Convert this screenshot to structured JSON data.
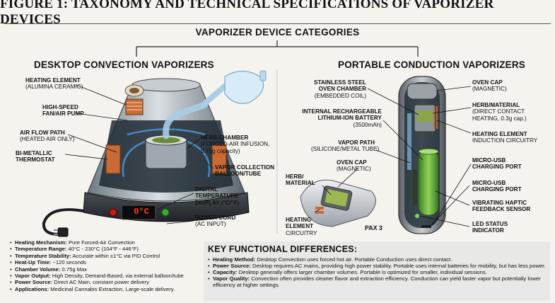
{
  "figure": {
    "title": "Figure 1: Taxonomy and Technical Specifications of Vaporizer Devices",
    "categories_title": "VAPORIZER DEVICE CATEGORIES"
  },
  "desktop": {
    "title": "DESKTOP CONVECTION VAPORIZERS",
    "display_text": "0°C",
    "labels": {
      "heating_element": {
        "title": "HEATING ELEMENT",
        "sub": "(ALUMINA CERAMIC)"
      },
      "fan": {
        "title": "HIGH-SPEED FAN/AIR PUMP"
      },
      "air_flow": {
        "title": "AIR FLOW PATH",
        "sub": "(HEATED AIR ONLY)"
      },
      "thermostat": {
        "title": "BI-METALLIC THERMOSTAT"
      },
      "herb_chamber": {
        "title": "HERB CHAMBER",
        "sub": "(FORCED-AIR INFUSION, 0.75g capacity)"
      },
      "balloon": {
        "title": "VAPOR COLLECTION BALLOON/TUBE"
      },
      "display": {
        "title": "DIGITAL TEMPERATURE DISPLAY (°C/°F)"
      },
      "cord": {
        "title": "POWER CORD",
        "sub": "(AC INPUT)"
      }
    },
    "specs": [
      {
        "k": "Heating Mechanism:",
        "v": "Pure Forced-Air Convection"
      },
      {
        "k": "Temperature Range:",
        "v": "40°C - 230°C (104°F - 446°F)"
      },
      {
        "k": "Temperature Stability:",
        "v": "Accurate within ±1°C via PID Control"
      },
      {
        "k": "Heat-Up Time:",
        "v": "~120 seconds"
      },
      {
        "k": "Chamber Volume:",
        "v": "0.75g Max"
      },
      {
        "k": "Vapor Output:",
        "v": "High Density, Demand-Based, via external balloon/tube"
      },
      {
        "k": "Power Source:",
        "v": "Direct AC Main, constant power delivery"
      },
      {
        "k": "Applications:",
        "v": "Medicinal Cannabis Extraction, Large-scale delivery."
      }
    ]
  },
  "portable": {
    "title": "PORTABLE CONDUCTION VAPORIZERS",
    "device_name": "PAX 3",
    "labels": {
      "oven_chamber": {
        "title": "STAINLESS STEEL OVEN CHAMBER",
        "sub": "(EMBEDDED COIL)"
      },
      "battery": {
        "title": "INTERNAL RECHARGEABLE LITHIUM-ION BATTERY",
        "sub": "(3500mAh)"
      },
      "vapor_path": {
        "title": "VAPOR PATH",
        "sub": "(SILICONE/METAL TUBE)"
      },
      "oven_cap_small": {
        "title": "OVEN CAP",
        "sub": "(MAGNETIC)"
      },
      "herb_small": {
        "title": "HERB/ MATERIAL"
      },
      "heating_small": {
        "title": "HEATING ELEMENT",
        "sub": "CIRCUITRY"
      },
      "oven_cap": {
        "title": "OVEN CAP",
        "sub": "(MAGNETIC)"
      },
      "herb": {
        "title": "HERB/MATERIAL",
        "sub": "(DIRECT CONTACT HEATING, 0.3g cap.)"
      },
      "heating": {
        "title": "HEATING ELEMENT",
        "sub": "INDUCTION CIRCUITRY"
      },
      "usb1": {
        "title": "MICRO-USB CHARGING PORT"
      },
      "usb2": {
        "title": "MICRO-USB CHARGING PORT"
      },
      "haptic": {
        "title": "VIBRATING HAPTIC FEEDBACK SENSOR"
      },
      "led": {
        "title": "LED STATUS INDICATOR"
      }
    }
  },
  "differences": {
    "title": "KEY FUNCTIONAL DIFFERENCES:",
    "items": [
      {
        "k": "Heating Method:",
        "v": "Desktop Convection uses forced hot air. Portable Conduction uses direct contact."
      },
      {
        "k": "Power Source:",
        "v": "Desktop requires AC mains, providing high power stability. Portable uses internal batteries for mobility, but has less power."
      },
      {
        "k": "Capacity:",
        "v": "Desktop generally offers larger chamber volumes. Portable is optimized for smaller, individual sessions."
      },
      {
        "k": "Vapor Quality:",
        "v": "Convection often provides cleaner flavor and extraction efficiency. Conduction can yield faster vapor but potentially lower efficiency at higher settings."
      }
    ]
  },
  "colors": {
    "background": "#f4f3ee",
    "cone_metal": "#aeb7bd",
    "copper": "#c96b35",
    "air_blue": "#4a8fd0",
    "battery_green": "#6cb83a",
    "display_red": "#ff3b2a",
    "difference_panel": "#e8e8e6"
  }
}
